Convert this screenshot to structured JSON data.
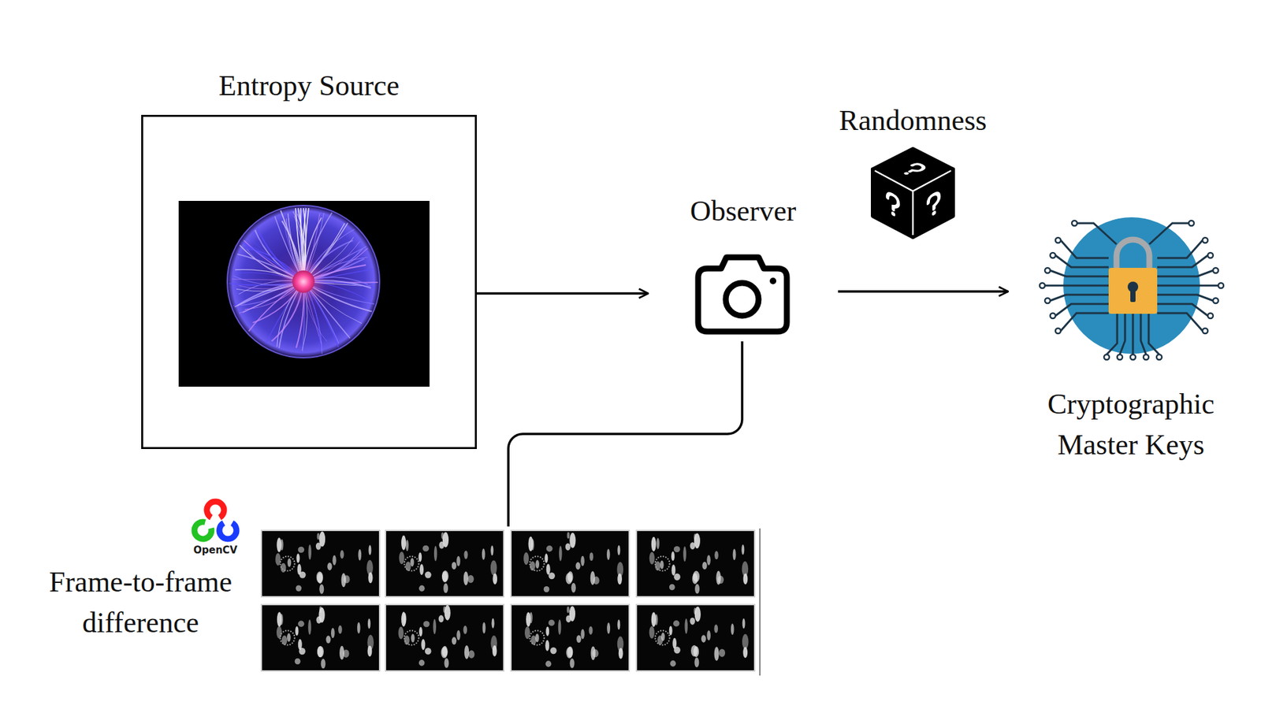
{
  "diagram": {
    "nodes": [
      {
        "text": [
          "Entropy Source"
        ]
      },
      {
        "text": [
          "Observer"
        ]
      },
      {
        "text": [
          "Cryptographic Master Keys"
        ]
      },
      {
        "text": [
          "Frame-to-frame difference"
        ]
      }
    ],
    "edges": [
      {
        "from": 0,
        "to": 1,
        "arrow": "to"
      },
      {
        "from": 1,
        "to": 2,
        "arrow": "to",
        "label": "Randomness"
      },
      {
        "from": 1,
        "to": 3,
        "arrow": "none"
      }
    ],
    "labels": [
      "OpenCV"
    ]
  }
}
